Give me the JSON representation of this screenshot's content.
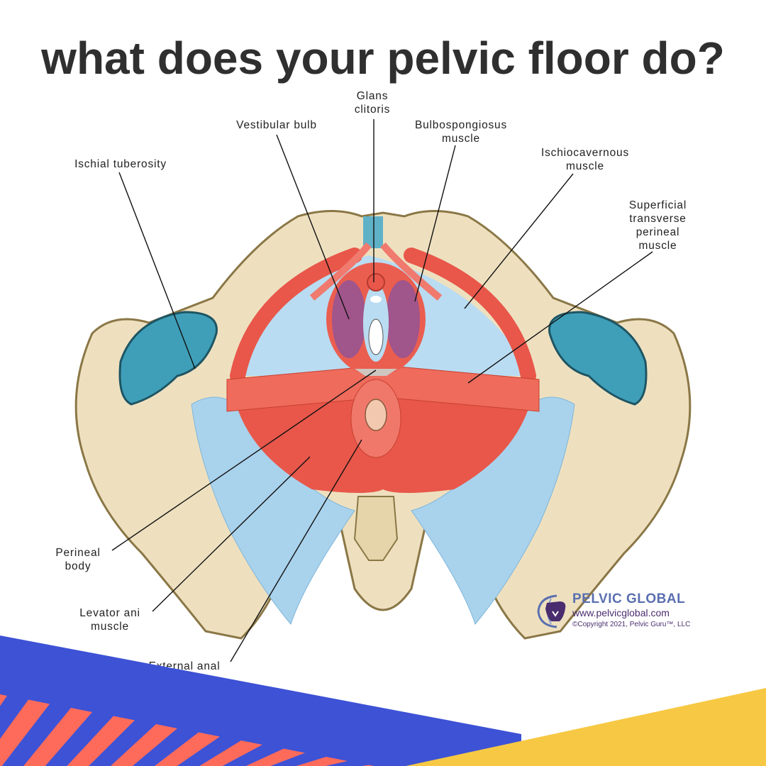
{
  "title": "what does your pelvic floor do?",
  "labels": {
    "glans_clitoris": "Glans\nclitoris",
    "vestibular_bulb": "Vestibular bulb",
    "bulbospongiosus": "Bulbospongiosus\nmuscle",
    "ischiocavernous": "Ischiocavernous\nmuscle",
    "ischial_tuberosity": "Ischial tuberosity",
    "superficial_transverse": "Superficial\ntransverse\nperineal\nmuscle",
    "perineal_body": "Perineal\nbody",
    "levator_ani": "Levator ani\nmuscle",
    "external_anal": "External anal"
  },
  "brand": {
    "name": "PELVIC GLOBAL",
    "url": "www.pelvicglobal.com",
    "copyright": "©Copyright 2021, Pelvic Guru™, LLC"
  },
  "colors": {
    "title": "#2f2f2f",
    "bone": "#eee0bf",
    "bone_outline": "#8a7746",
    "muscle_red": "#e8574a",
    "ligament_blue": "#a9d2ec",
    "cartilage_teal": "#3f9fb8",
    "banner_blue": "#3d52d5",
    "banner_stripe": "#ff6b5b",
    "banner_yellow": "#f7c843"
  }
}
